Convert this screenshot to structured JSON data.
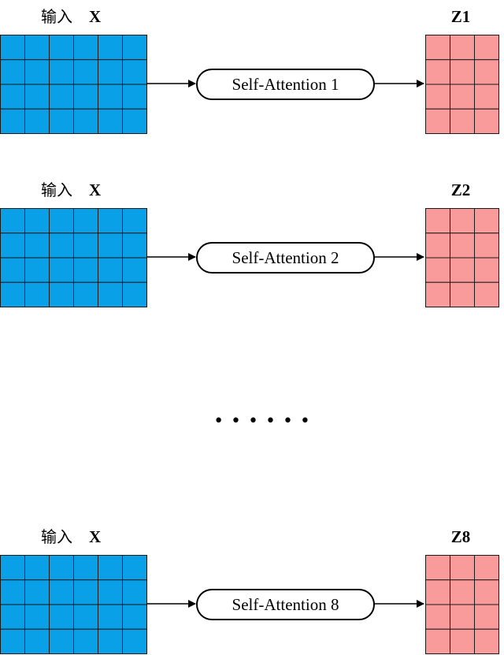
{
  "input_matrix_color": "#0aa0e8",
  "output_matrix_color": "#f99b9b",
  "rows": [
    {
      "input_label_cn": "输入",
      "input_label_var": "X",
      "module_label": "Self-Attention 1",
      "output_label": "Z1"
    },
    {
      "input_label_cn": "输入",
      "input_label_var": "X",
      "module_label": "Self-Attention 2",
      "output_label": "Z2"
    },
    {
      "input_label_cn": "输入",
      "input_label_var": "X",
      "module_label": "Self-Attention 8",
      "output_label": "Z8"
    }
  ],
  "ellipsis": "• • • • • •"
}
